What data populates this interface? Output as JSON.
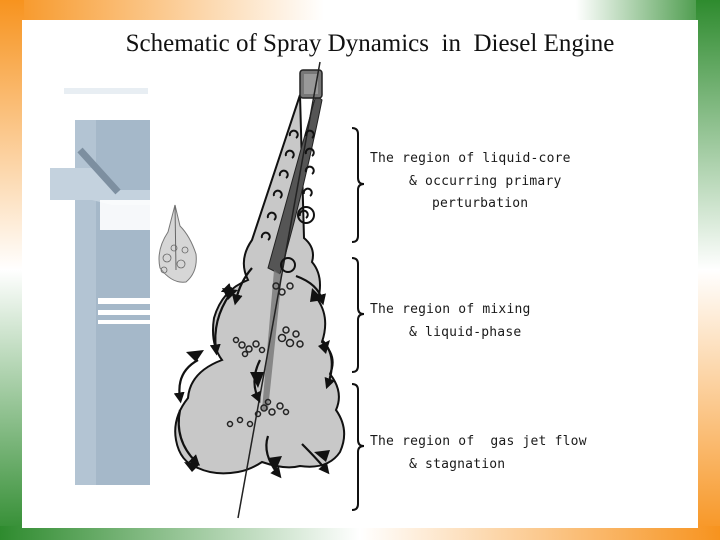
{
  "slide": {
    "title": "Schematic of Spray Dynamics  in  Diesel Engine",
    "colors": {
      "border_orange": "#f7931e",
      "border_green": "#2e8b2e",
      "engine_gray": "#b3c4d3",
      "spray_gray": "#c8c8c8"
    }
  },
  "regions": [
    {
      "lines": [
        "The region of liquid-core",
        "& occurring primary",
        "perturbation"
      ]
    },
    {
      "lines": [
        "The region of mixing",
        "& liquid-phase"
      ]
    },
    {
      "lines": [
        "The region of  gas jet flow",
        "& stagnation"
      ]
    }
  ],
  "icons": [
    "nozzle-icon",
    "flow-arrow-icon",
    "engine-cylinder-icon",
    "droplet-icon"
  ]
}
